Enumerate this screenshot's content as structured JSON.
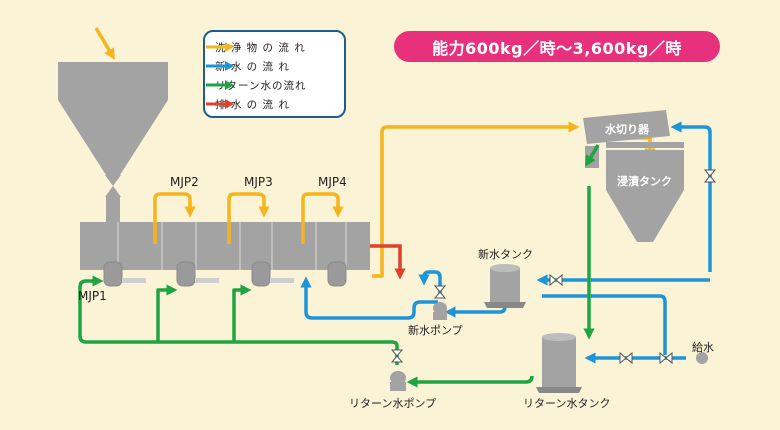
{
  "title": "能力600kg／時〜3,600kg／時",
  "legend": [
    {
      "label": "洗 浄 物 の 流 れ",
      "color": "#f6b51c"
    },
    {
      "label": "新 水 の 流 れ",
      "color": "#1c94d8"
    },
    {
      "label": "リターン水の流れ",
      "color": "#1ea442"
    },
    {
      "label": "排 水 の 流 れ",
      "color": "#e0412a"
    }
  ],
  "labels": {
    "mjp1": "MJP1",
    "mjp2": "MJP2",
    "mjp3": "MJP3",
    "mjp4": "MJP4",
    "dewater": "水切り器",
    "soak_tank": "浸漬タンク",
    "fresh_tank": "新水タンク",
    "fresh_pump": "新水ポンプ",
    "feed_water": "給水",
    "return_tank": "リターン水タンク",
    "return_pump": "リターン水ポンプ"
  },
  "colors": {
    "background": "#fbf3d6",
    "equipment": "#a3a3a3",
    "product_flow": "#f6b51c",
    "fresh_flow": "#1c94d8",
    "return_flow": "#1ea442",
    "drain_flow": "#e0412a",
    "badge": "#e8317c"
  }
}
